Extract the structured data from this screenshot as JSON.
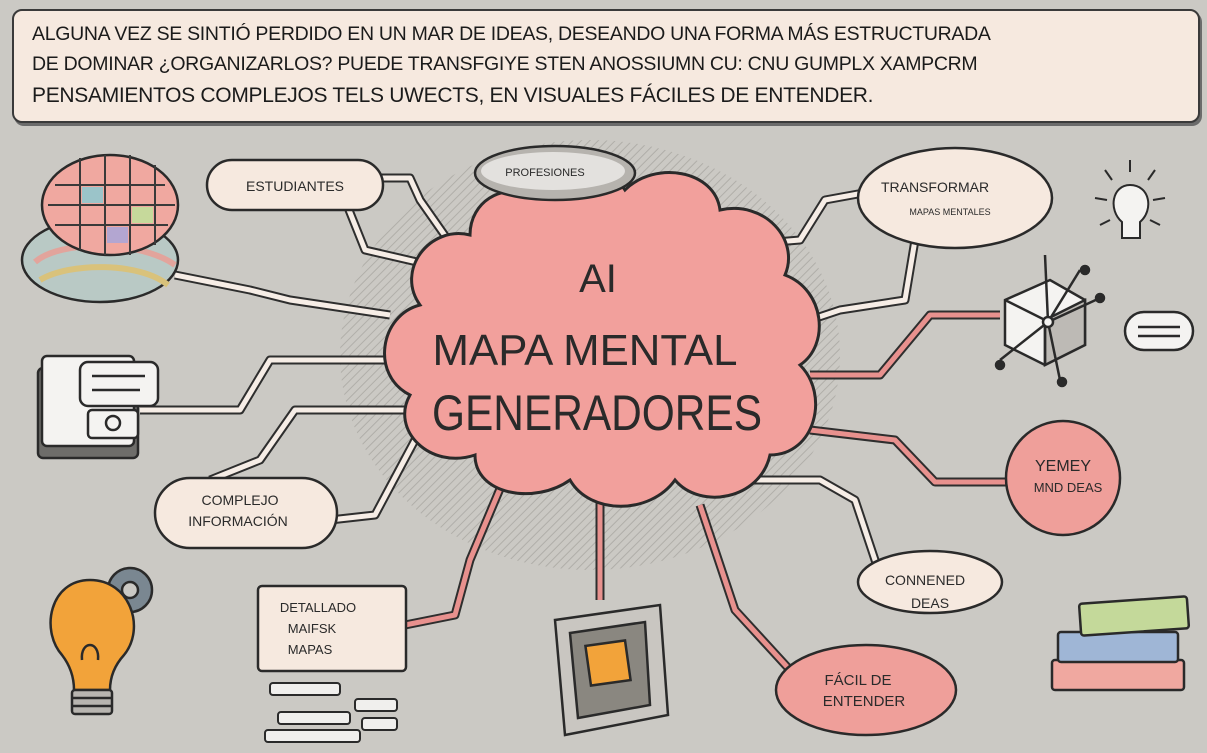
{
  "banner": {
    "line1": "ALGUNA VEZ SE SINTIÓ PERDIDO EN UN MAR DE IDEAS, DESEANDO UNA FORMA MÁS ESTRUCTURADA",
    "line2": "DE DOMINAR ¿ORGANIZARLOS? PUEDE TRANSFGIYE STEN ANOSSIUMN CU: CNU GUMPLX XAMPCRM",
    "line3": "PENSAMIENTOS COMPLEJOS TELS UWECTS, EN VISUALES FÁCILES DE ENTENDER."
  },
  "center": {
    "line1": "AI",
    "line2": "MAPA MENTAL",
    "line3": "GENERADORES"
  },
  "nodes": {
    "estudiantes": "ESTUDIANTES",
    "profesiones": "PROFESIONES",
    "transformar_1": "TRANSFORMAR",
    "transformar_2": "MAPAS MENTALES",
    "complejo_1": "COMPLEJO",
    "complejo_2": "INFORMACIÓN",
    "detallado_1": "DETALLADO",
    "detallado_2": "MAIFSK",
    "detallado_3": "MAPAS",
    "yemey_1": "YEMEY",
    "yemey_2": "MND DEAS",
    "connened_1": "CONNENED",
    "connened_2": "DEAS",
    "facil_1": "FÁCIL DE",
    "facil_2": "ENTENDER"
  },
  "colors": {
    "cloud": "#f2a09c",
    "node_light": "#f6e9df",
    "node_pink": "#ef9f9a",
    "connector_pink": "#e58e8c",
    "background": "#cbc9c4"
  },
  "icons": [
    "brain-icon",
    "chat-window-icon",
    "lightbulb-gear-icon",
    "lightbulb-rays-icon",
    "network-cube-icon",
    "pill-icon",
    "tablet-icon",
    "books-icon"
  ]
}
